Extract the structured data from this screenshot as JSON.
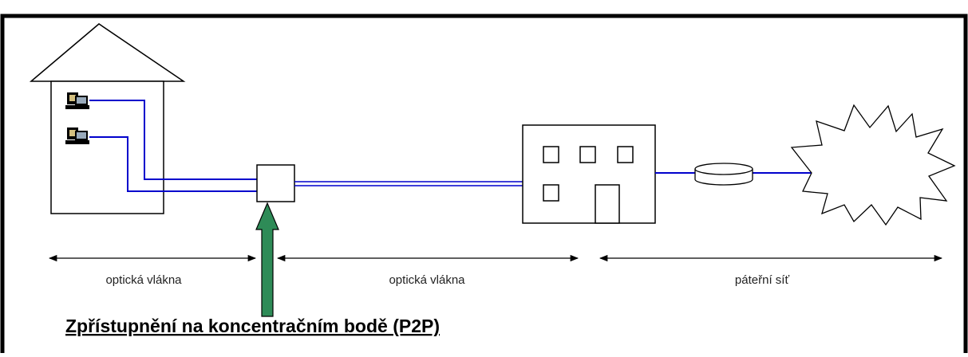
{
  "labels": {
    "segment_left": "optická vlákna",
    "segment_middle": "optická vlákna",
    "segment_right": "páteřní síť"
  },
  "caption": "Zpřístupnění na koncentračním bodě (P2P)",
  "colors": {
    "fiber": "#0000cc",
    "arrow_fill": "#2e8b57",
    "outline": "#000000",
    "border": "#000000"
  },
  "icons": [
    "house-icon",
    "computer-icon",
    "concentration-point-icon",
    "central-office-icon",
    "cable-reel-icon",
    "backbone-cloud-icon",
    "double-arrow-icon",
    "up-arrow-icon"
  ]
}
